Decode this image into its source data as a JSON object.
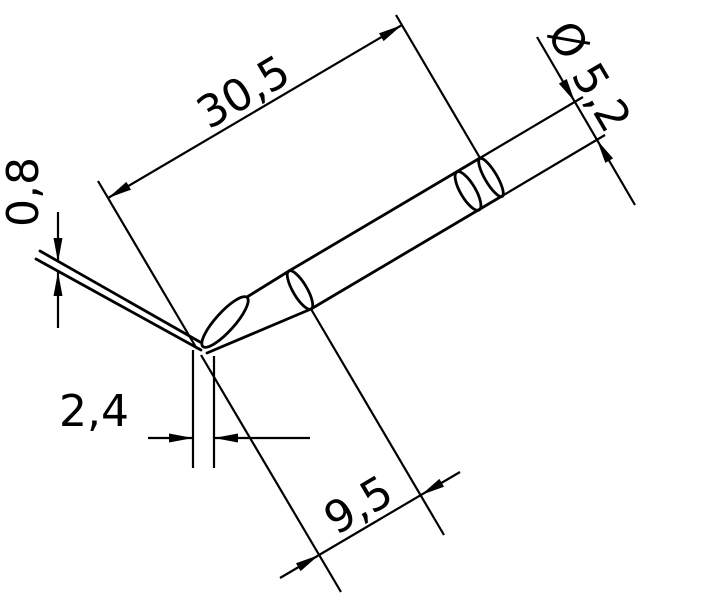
{
  "drawing": {
    "kind": "technical-dimension-drawing",
    "dimensions": {
      "length_overall": "30,5",
      "diameter": "Ø 5,2",
      "tip_thickness": "0,8",
      "tip_width": "2,4",
      "tip_length": "9,5"
    },
    "style": {
      "line_color": "#000000",
      "background": "#ffffff"
    }
  }
}
